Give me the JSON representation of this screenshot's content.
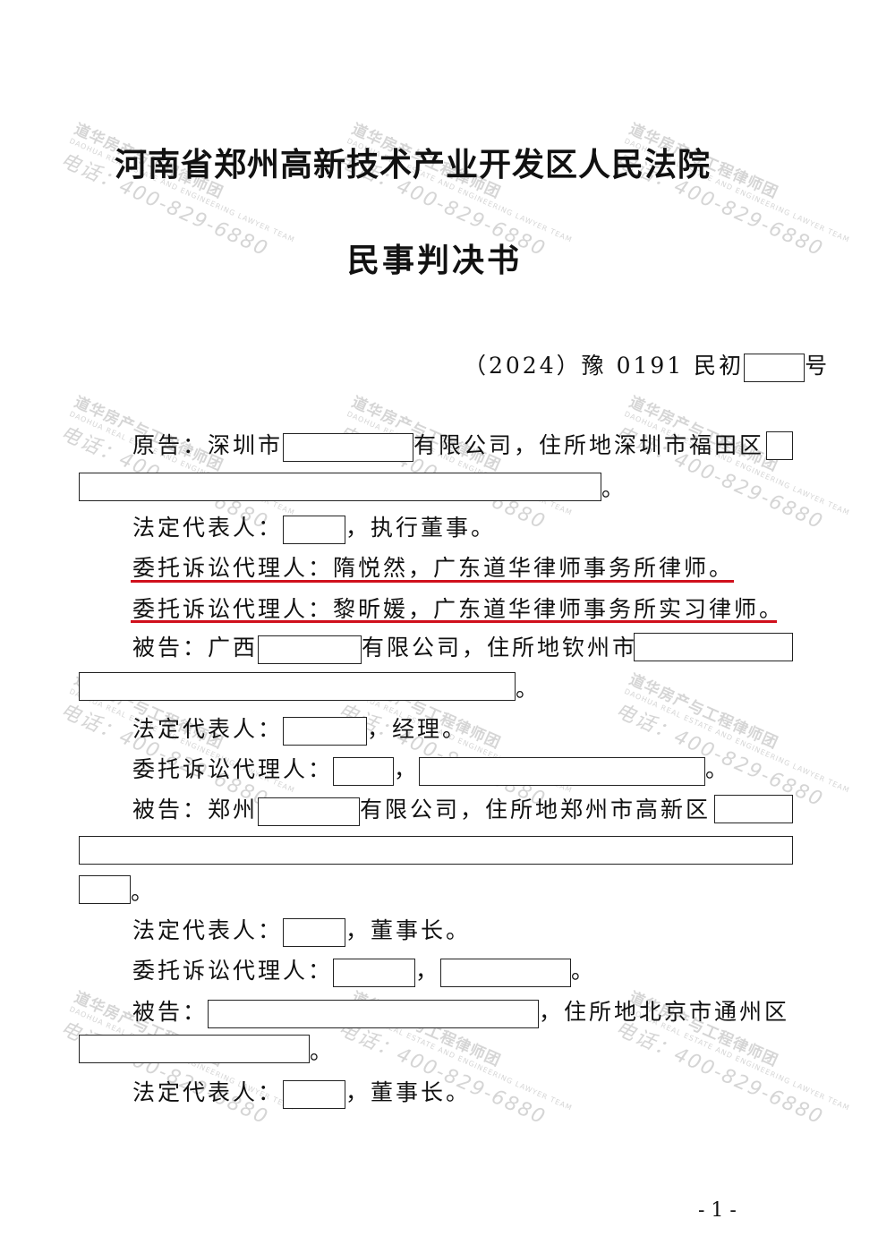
{
  "header": {
    "court": "河南省郑州高新技术产业开发区人民法院",
    "doc_type": "民事判决书",
    "case_no_prefix": "（2024）豫 0191 民初",
    "case_no_suffix": "号"
  },
  "parties": {
    "plaintiff": {
      "label": "原告：",
      "name_prefix": "深圳市",
      "name_suffix": "有限公司，住所地深圳市福田区",
      "addr_end": "。",
      "rep_label": "法定代表人：",
      "rep_title": "，执行董事。",
      "agent1": "委托诉讼代理人：隋悦然，广东道华律师事务所律师。",
      "agent2": "委托诉讼代理人：黎昕媛，广东道华律师事务所实习律师。"
    },
    "defendant1": {
      "label": "被告：",
      "name_prefix": "广西",
      "name_suffix": "有限公司，住所地钦州市",
      "addr_end": "。",
      "rep_label": "法定代表人：",
      "rep_title": "，经理。",
      "agent_label": "委托诉讼代理人：",
      "agent_sep": "，",
      "agent_end": "。"
    },
    "defendant2": {
      "label": "被告：",
      "name_prefix": "郑州",
      "name_suffix": "有限公司，住所地郑州市高新区",
      "addr_end": "。",
      "rep_label": "法定代表人：",
      "rep_title": "，董事长。",
      "agent_label": "委托诉讼代理人：",
      "agent_sep": "，",
      "agent_end": "。"
    },
    "defendant3": {
      "label": "被告：",
      "name_suffix": "，住所地北京市通州区",
      "addr_end": "。",
      "rep_label": "法定代表人：",
      "rep_title": "，董事长。"
    }
  },
  "watermark": {
    "phone_label": "电话：",
    "phone": "400-829-6880",
    "brand": "道华房产与工程律师团",
    "brand_en": "DAOHUA REAL ESTATE AND ENGINEERING LAWYER TEAM"
  },
  "footer": {
    "page_number": "- 1 -"
  },
  "colors": {
    "underline": "#d0101c",
    "watermark": "#c8c8c8"
  }
}
